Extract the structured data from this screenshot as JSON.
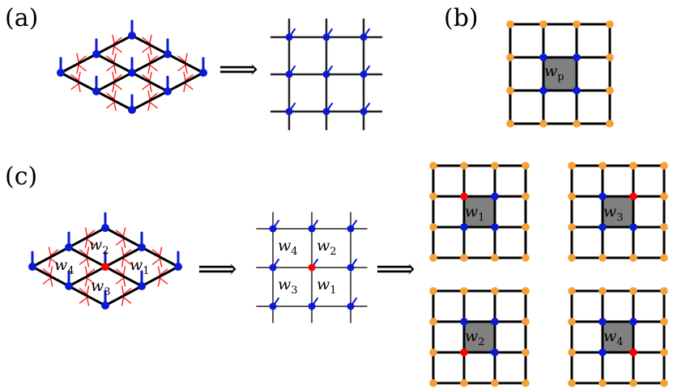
{
  "colors": {
    "edge": "#000000",
    "grid_light": "#222222",
    "vertex_blue": "#0a1ad6",
    "vertex_red": "#ff0000",
    "boundary_orange": "#f8a035",
    "plaquette_fill": "#808080",
    "red_leg": "#ff1a1a",
    "blue_leg": "#0a1ad6"
  },
  "panels": {
    "a": {
      "label": "(a)"
    },
    "b": {
      "label": "(b)",
      "plaquette": {
        "var": "w",
        "sub": "p"
      }
    },
    "c": {
      "label": "(c)"
    }
  },
  "implies_symbol": "⟹",
  "weights": {
    "w1": {
      "var": "w",
      "sub": "1"
    },
    "w2": {
      "var": "w",
      "sub": "2"
    },
    "w3": {
      "var": "w",
      "sub": "3"
    },
    "w4": {
      "var": "w",
      "sub": "4"
    }
  },
  "icons": {
    "vertex": "filled-circle",
    "boundary_vertex": "filled-circle",
    "leg": "line-segment"
  }
}
